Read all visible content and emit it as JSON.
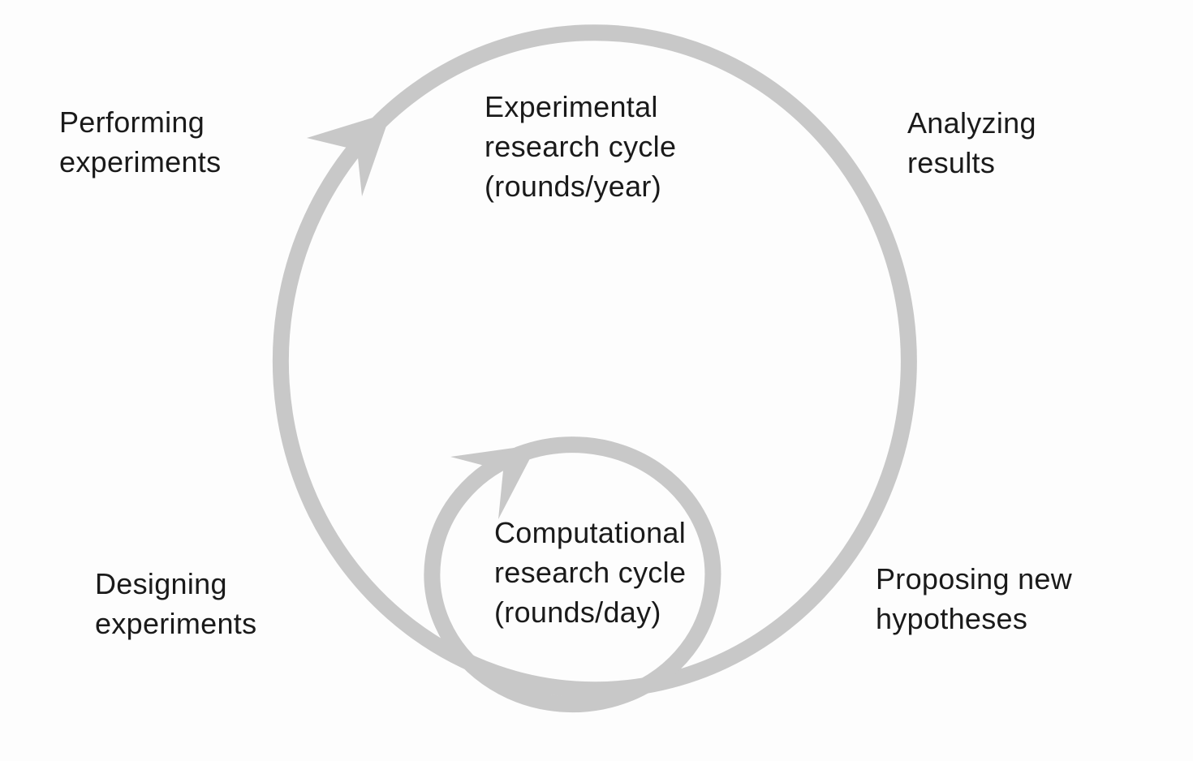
{
  "colors": {
    "cycle_stroke": "#c8c8c8",
    "text": "#1a1a1a",
    "background": "#fdfdfd"
  },
  "labels": {
    "performing": [
      "Performing",
      "experiments"
    ],
    "analyzing": [
      "Analyzing",
      "results"
    ],
    "designing": [
      "Designing",
      "experiments"
    ],
    "proposing": [
      "Proposing new",
      "hypotheses"
    ]
  },
  "cycles": {
    "experimental": [
      "Experimental",
      "research cycle",
      "(rounds/year)"
    ],
    "computational": [
      "Computational",
      "research cycle",
      "(rounds/day)"
    ]
  }
}
